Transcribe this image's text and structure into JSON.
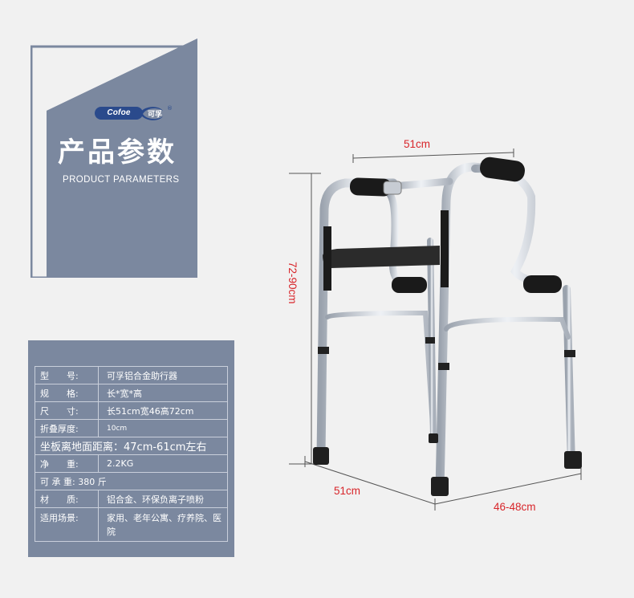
{
  "brand": {
    "logo_text": "Cofoe",
    "logo_cn": "可孚",
    "logo_mark": "®"
  },
  "header": {
    "title_cn": "产品参数",
    "title_en": "PRODUCT PARAMETERS"
  },
  "specs": [
    {
      "key": "型　　号:",
      "value": "可孚铝合金助行器"
    },
    {
      "key": "规　　格:",
      "value": "长*宽*高"
    },
    {
      "key": "尺　　寸:",
      "value": "长51cm宽46高72cm"
    },
    {
      "key": "折叠厚度:",
      "value": "10cm"
    },
    {
      "key": "坐板离地面距离：47cm-61cm左右"
    },
    {
      "key": "净　　重:",
      "value": "2.2KG"
    },
    {
      "key": "可 承 重: 380 斤"
    },
    {
      "key": "材　　质:",
      "value": "铝合金、环保负离子喷粉"
    },
    {
      "key": "适用场景:",
      "value": "家用、老年公寓、疗养院、医院"
    }
  ],
  "dimensions": {
    "top": "51cm",
    "height": "72-90cm",
    "base_left": "51cm",
    "base_right": "46-48cm"
  },
  "colors": {
    "panel": "#7b889f",
    "dimension_label": "#d8252a",
    "brand": "#2a4a8c",
    "background": "#f1f1f1"
  }
}
